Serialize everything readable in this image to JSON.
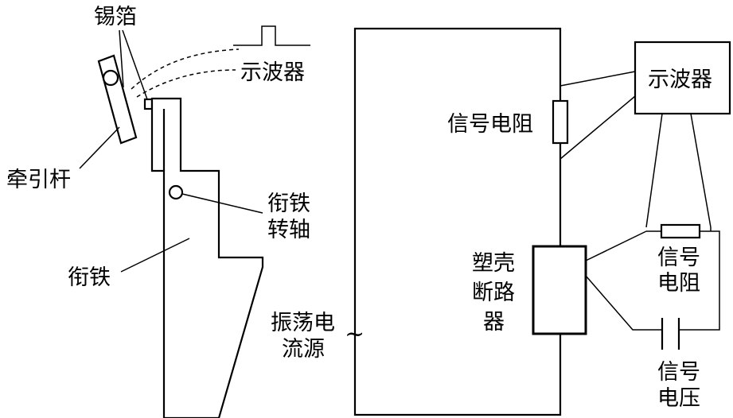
{
  "left_figure": {
    "tin_foil_label": "锡箔",
    "oscilloscope_label": "示波器",
    "pull_rod_label": "牵引杆",
    "armature_pivot_label_line1": "衔铁",
    "armature_pivot_label_line2": "转轴",
    "armature_label": "衔铁"
  },
  "right_figure": {
    "oscillating_source_line1": "振荡电",
    "oscillating_source_line2": "流源",
    "ac_symbol": "~",
    "signal_resistor_label": "信号电阻",
    "oscilloscope_label": "示波器",
    "breaker_line1": "塑壳",
    "breaker_line2": "断路",
    "breaker_line3": "器",
    "signal_resistor2_line1": "信号",
    "signal_resistor2_line2": "电阻",
    "signal_voltage_line1": "信号",
    "signal_voltage_line2": "电压"
  }
}
